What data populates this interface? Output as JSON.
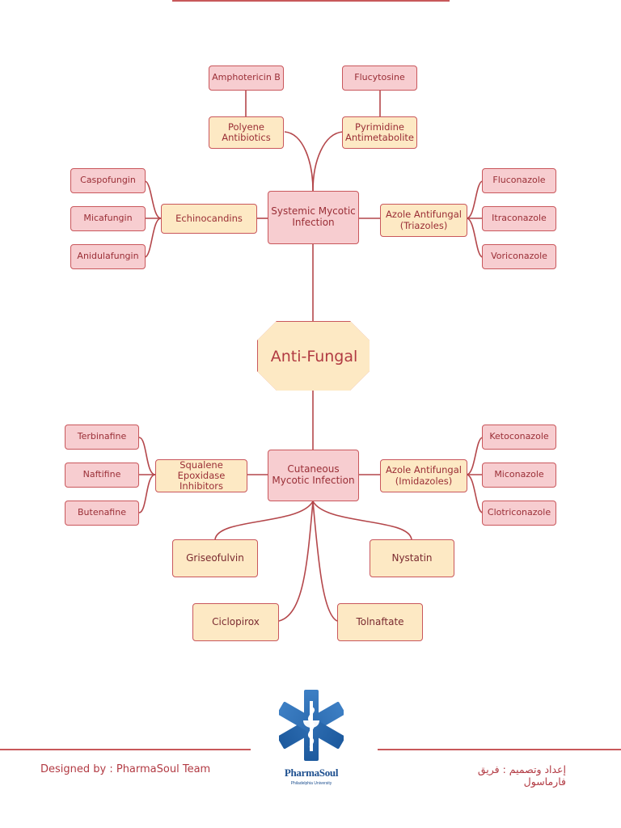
{
  "mindmap": {
    "root": "Anti-Fungal",
    "systemic": {
      "label": "Systemic Mycotic Infection",
      "classes": {
        "polyene": {
          "label": "Polyene Antibiotics",
          "drugs": [
            "Amphotericin B"
          ]
        },
        "pyrimidine": {
          "label": "Pyrimidine Antimetabolite",
          "drugs": [
            "Flucytosine"
          ]
        },
        "echinocandins": {
          "label": "Echinocandins",
          "drugs": [
            "Caspofungin",
            "Micafungin",
            "Anidulafungin"
          ]
        },
        "azole": {
          "label": "Azole Antifungal (Triazoles)",
          "drugs": [
            "Fluconazole",
            "Itraconazole",
            "Voriconazole"
          ]
        }
      }
    },
    "cutaneous": {
      "label": "Cutaneous Mycotic Infection",
      "classes": {
        "squalene": {
          "label": "Squalene Epoxidase Inhibitors",
          "drugs": [
            "Terbinafine",
            "Naftifine",
            "Butenafine"
          ]
        },
        "azole": {
          "label": "Azole Antifungal (Imidazoles)",
          "drugs": [
            "Ketoconazole",
            "Miconazole",
            "Clotriconazole"
          ]
        }
      },
      "drugs": [
        "Griseofulvin",
        "Nystatin",
        "Ciclopirox",
        "Tolnaftate"
      ]
    }
  },
  "footer": {
    "credit_en": "Designed by : PharmaSoul Team",
    "credit_ar": "إعداد وتصميم : فريق فارماسول",
    "logo_name": "PharmaSoul",
    "logo_subtitle": "Philadelphia University"
  },
  "colors": {
    "line": "#b4474b",
    "leaf_fill": "#f7cdd0",
    "class_fill": "#fde9c4",
    "text": "#9a2e36"
  },
  "icons": {
    "logo": "star-of-life-icon"
  }
}
